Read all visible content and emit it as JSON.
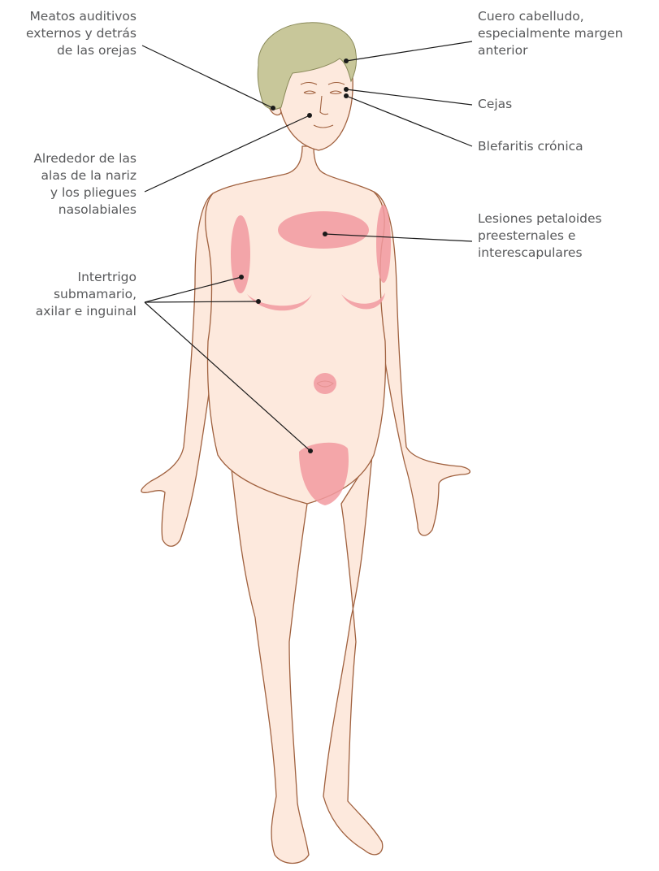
{
  "labels": {
    "meatos": "Meatos auditivos\nexternos y detrás\nde las orejas",
    "nariz": "Alrededor de las\nalas de la nariz\ny los pliegues\nnasolabiales",
    "intertrigo": "Intertrigo\nsubmamario,\naxilar e inguinal",
    "cuero": "Cuero cabelludo,\nespecialmente margen\nanterior",
    "cejas": "Cejas",
    "blefaritis": "Blefaritis crónica",
    "lesiones": "Lesiones petaloides\npreesternales e\ninterescapulares"
  },
  "colors": {
    "skin": "#fde9dd",
    "outline": "#a0613f",
    "lesion": "#f29aa0",
    "hair": "#c8c79a",
    "leader": "#1a1a1a",
    "text": "#58595b"
  }
}
